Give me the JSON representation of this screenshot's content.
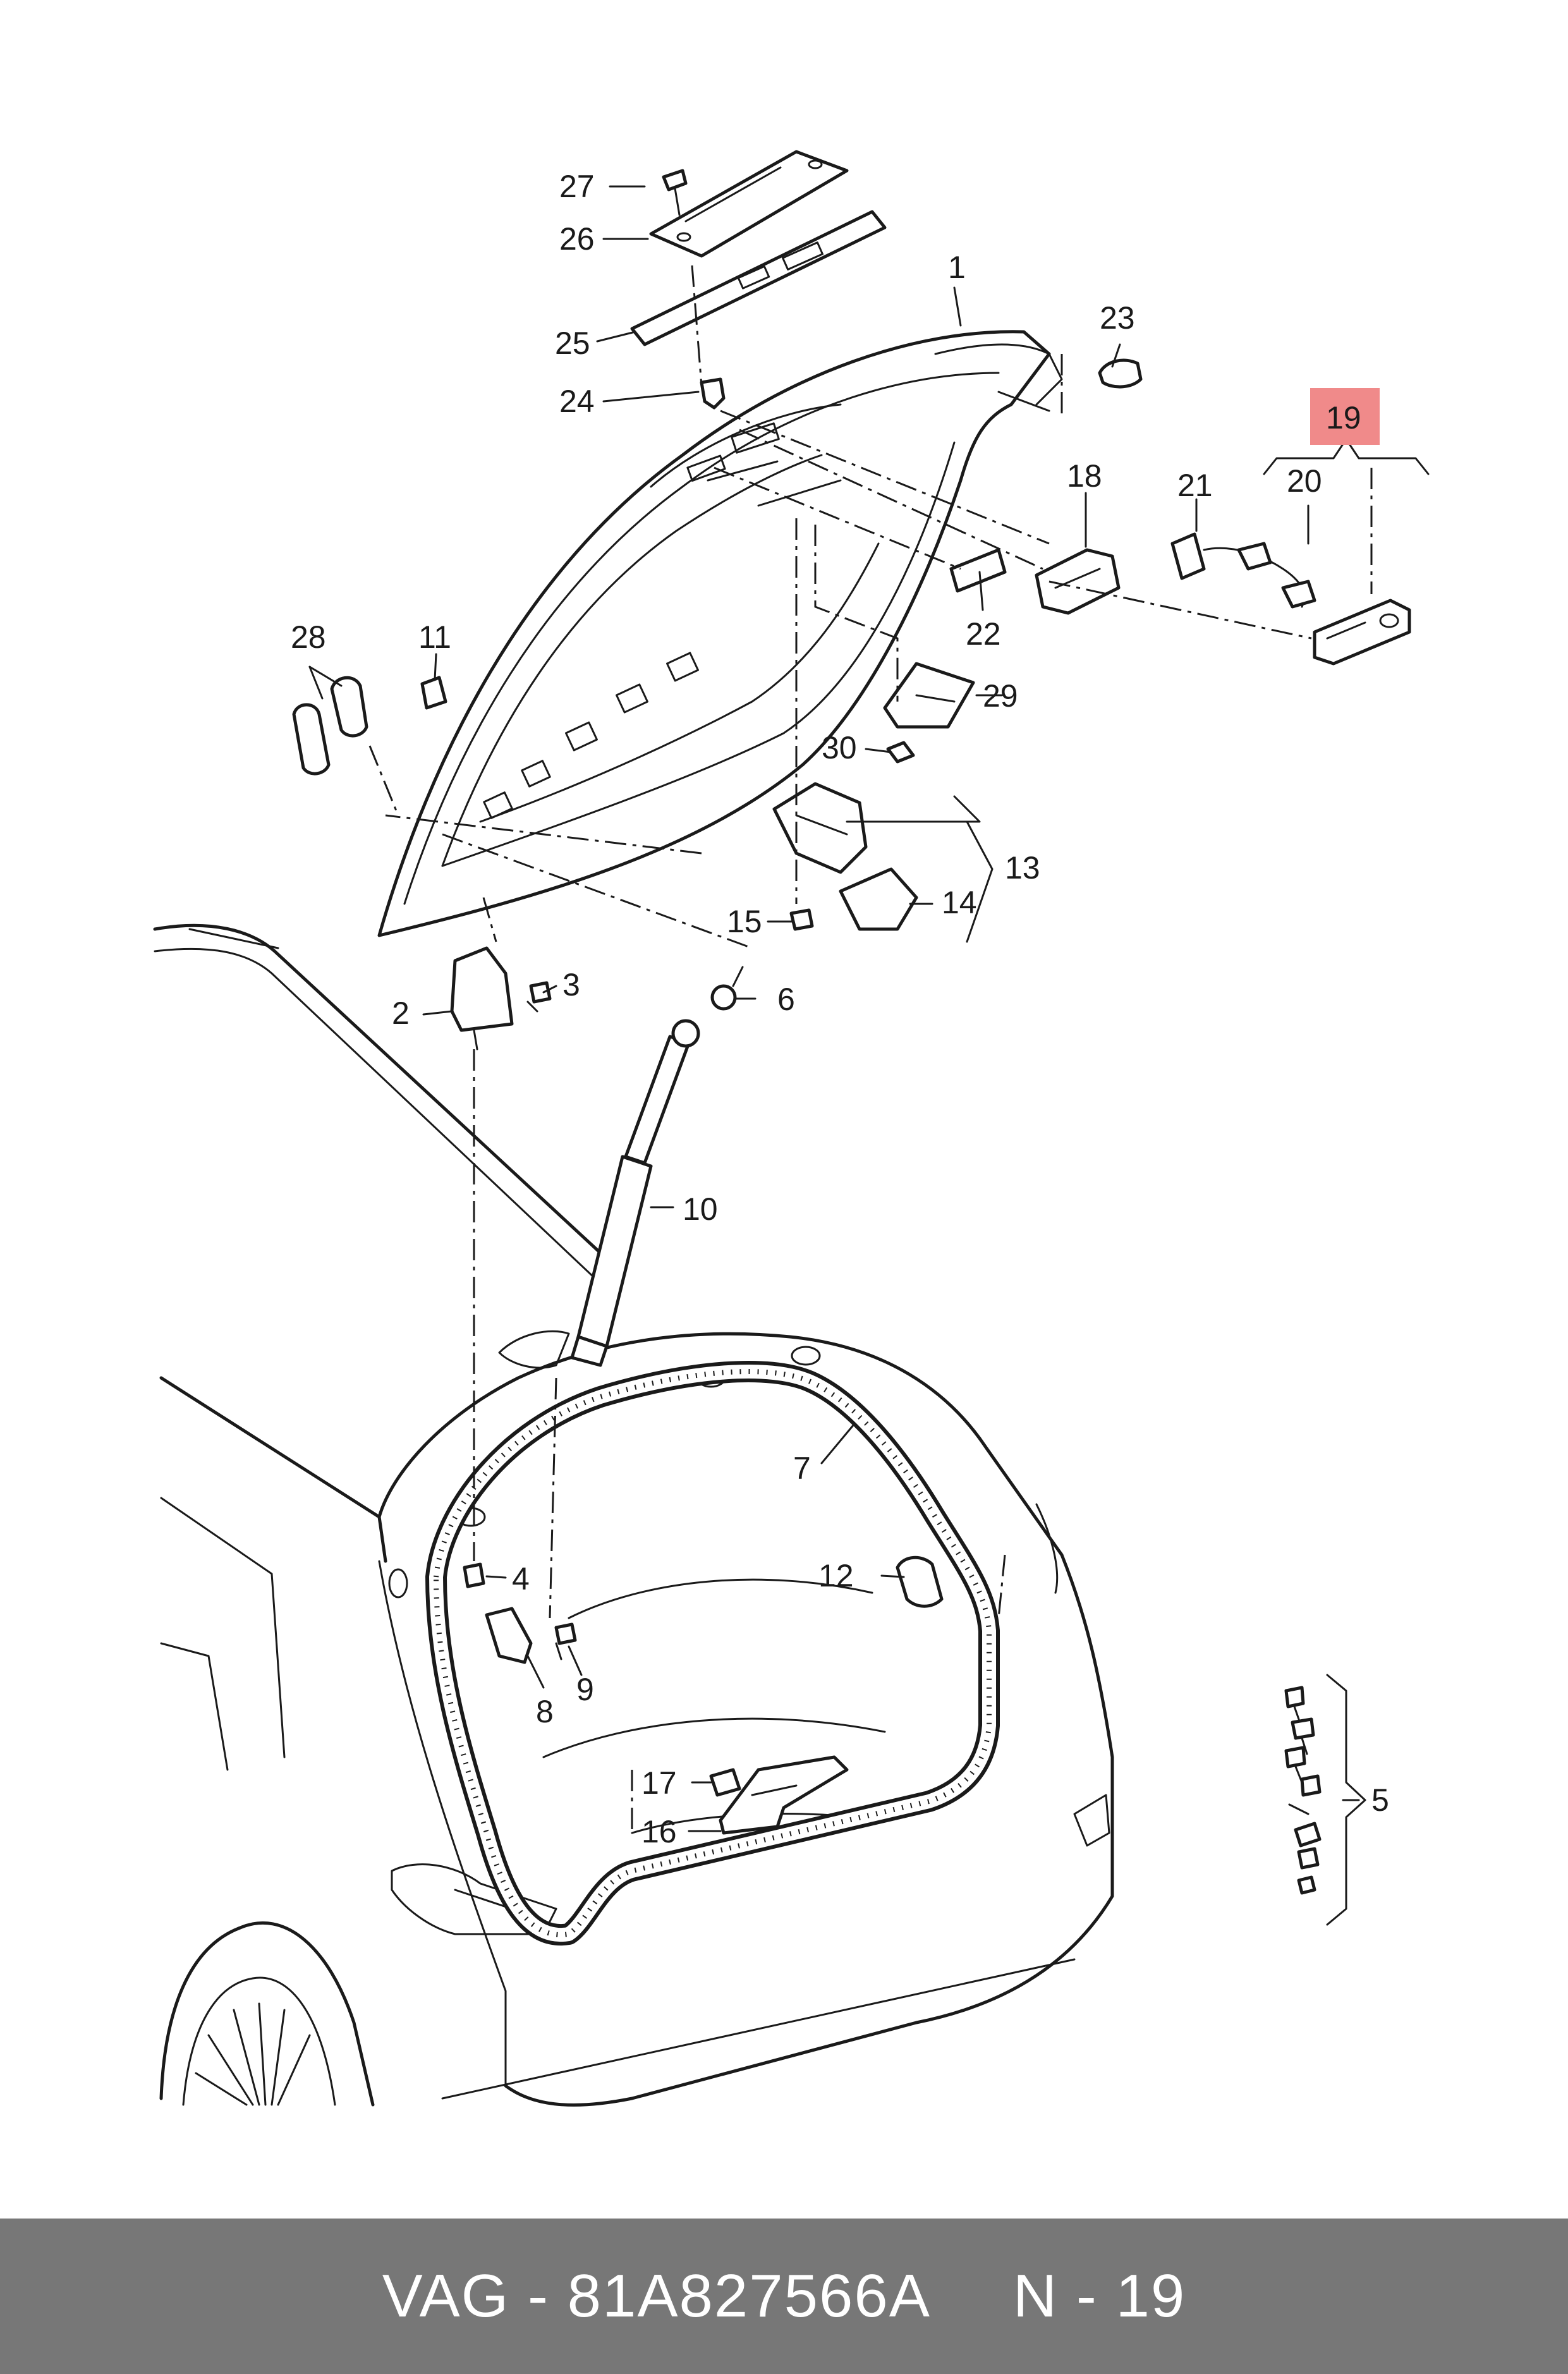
{
  "diagram": {
    "highlight_color": "#f08a8a",
    "line_color": "#1a1a1a",
    "callouts": [
      {
        "id": "c1",
        "label": "1"
      },
      {
        "id": "c2",
        "label": "2"
      },
      {
        "id": "c3",
        "label": "3"
      },
      {
        "id": "c4",
        "label": "4"
      },
      {
        "id": "c5",
        "label": "5"
      },
      {
        "id": "c6",
        "label": "6"
      },
      {
        "id": "c7",
        "label": "7"
      },
      {
        "id": "c8",
        "label": "8"
      },
      {
        "id": "c9",
        "label": "9"
      },
      {
        "id": "c10",
        "label": "10"
      },
      {
        "id": "c11",
        "label": "11"
      },
      {
        "id": "c12",
        "label": "12"
      },
      {
        "id": "c13",
        "label": "13"
      },
      {
        "id": "c14",
        "label": "14"
      },
      {
        "id": "c15",
        "label": "15"
      },
      {
        "id": "c16",
        "label": "16"
      },
      {
        "id": "c17",
        "label": "17"
      },
      {
        "id": "c18",
        "label": "18"
      },
      {
        "id": "c19",
        "label": "19",
        "highlighted": true
      },
      {
        "id": "c20",
        "label": "20"
      },
      {
        "id": "c21",
        "label": "21"
      },
      {
        "id": "c22",
        "label": "22"
      },
      {
        "id": "c23",
        "label": "23"
      },
      {
        "id": "c24",
        "label": "24"
      },
      {
        "id": "c25",
        "label": "25"
      },
      {
        "id": "c26",
        "label": "26"
      },
      {
        "id": "c27",
        "label": "27"
      },
      {
        "id": "c28",
        "label": "28"
      },
      {
        "id": "c29",
        "label": "29"
      },
      {
        "id": "c30",
        "label": "30"
      }
    ]
  },
  "footer": {
    "part_text": "VAG - 81A827566A",
    "ref_text": "N - 19",
    "background": "#777777"
  }
}
